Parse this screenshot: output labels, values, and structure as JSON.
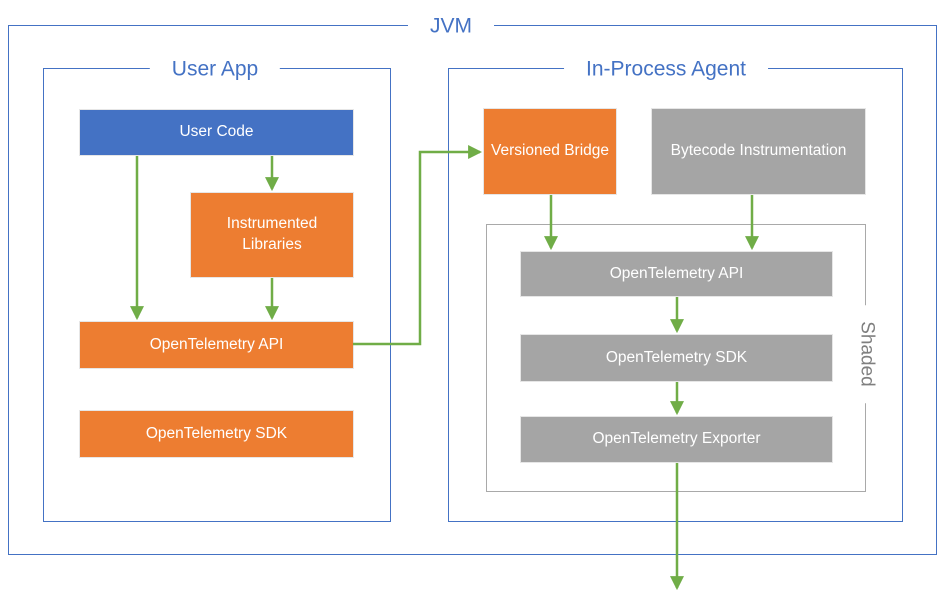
{
  "diagram": {
    "title": "JVM",
    "groups": {
      "user_app": {
        "title": "User App"
      },
      "in_process_agent": {
        "title": "In-Process Agent",
        "shaded_label": "Shaded"
      }
    },
    "nodes": {
      "user_code": "User Code",
      "instrumented_libraries": "Instrumented Libraries",
      "app_otel_api": "OpenTelemetry API",
      "app_otel_sdk": "OpenTelemetry SDK",
      "versioned_bridge": "Versioned Bridge",
      "bytecode_instrumentation": "Bytecode Instrumentation",
      "agent_otel_api": "OpenTelemetry API",
      "agent_otel_sdk": "OpenTelemetry SDK",
      "agent_otel_exporter": "OpenTelemetry Exporter"
    },
    "colors": {
      "frame_blue": "#4472C4",
      "node_blue": "#4472C4",
      "node_orange": "#ED7D31",
      "node_gray": "#A5A5A5",
      "arrow_green": "#70AD47",
      "shaded_border_gray": "#A9A9A9",
      "shaded_text_gray": "#7F7F7F",
      "title_text_blue": "#4472C4",
      "node_text_white": "#FFFFFF"
    }
  }
}
